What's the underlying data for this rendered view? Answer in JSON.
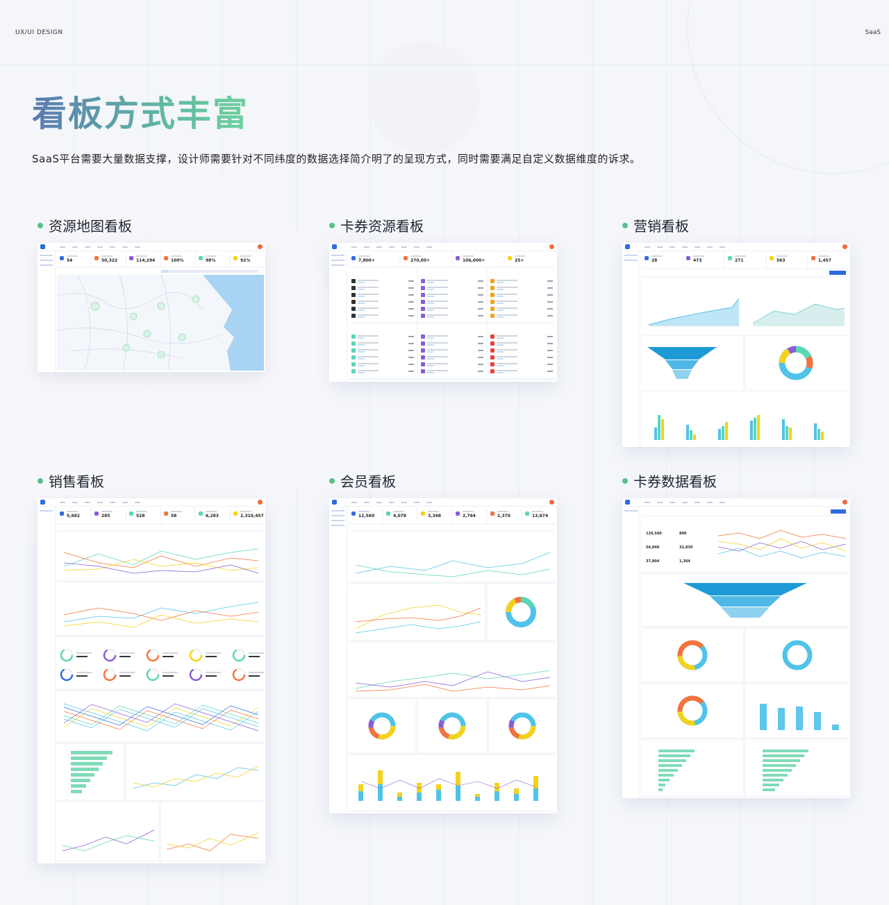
{
  "header": {
    "left": "UX/UI DESIGN",
    "right": "SaaS"
  },
  "hero": {
    "title": "看板方式丰富",
    "description": "SaaS平台需要大量数据支撑，设计师需要针对不同纬度的数据选择简介明了的呈现方式，同时需要满足自定义数据维度的诉求。"
  },
  "sections": [
    {
      "label": "资源地图看板"
    },
    {
      "label": "卡券资源看板"
    },
    {
      "label": "营销看板"
    },
    {
      "label": "销售看板"
    },
    {
      "label": "会员看板"
    },
    {
      "label": "卡券数据看板"
    }
  ],
  "kpis": {
    "map": [
      "54",
      "50,322",
      "114,294",
      "100%",
      "98%",
      "92%"
    ],
    "coupon": [
      "7,800+",
      "270,00+",
      "106,000+",
      "25+"
    ],
    "marketing": [
      "28",
      "473",
      "271",
      "563",
      "1,457"
    ],
    "sales": [
      "5,682",
      "285",
      "528",
      "58",
      "6,283",
      "2,310,457"
    ],
    "member": [
      "12,560",
      "4,078",
      "3,348",
      "2,764",
      "2,370",
      "13,674"
    ],
    "coupondata": [
      "126,560",
      "890",
      "56,840",
      "32,830",
      "37,804",
      "1,364"
    ]
  },
  "colors": {
    "accent": "#57c08d",
    "blue": "#2f6be0",
    "cyan": "#4fc3e8",
    "yellow": "#f4d21c",
    "orange": "#f4733c",
    "purple": "#8a5bd6",
    "teal": "#5ad6b4"
  }
}
